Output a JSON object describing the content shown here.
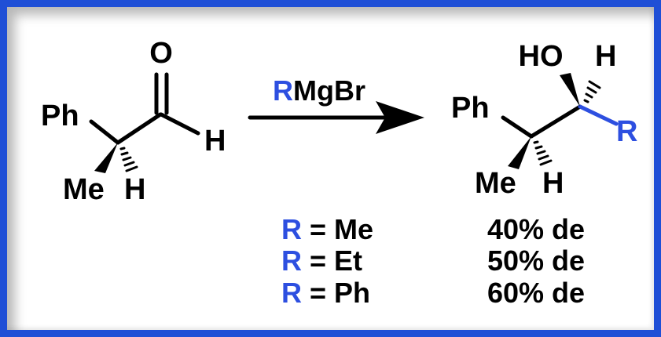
{
  "colors": {
    "frame": "#1f4fd6",
    "r_group": "#2d4fe0",
    "text": "#000000"
  },
  "reactant": {
    "oxygen": "O",
    "phenyl": "Ph",
    "aldehyde_h": "H",
    "methyl": "Me",
    "stereo_h": "H"
  },
  "reagent": {
    "r": "R",
    "rest": "MgBr"
  },
  "product": {
    "hydroxyl": "HO",
    "carbinol_h": "H",
    "phenyl": "Ph",
    "r_group": "R",
    "methyl": "Me",
    "stereo_h": "H"
  },
  "results": [
    {
      "r": "R",
      "substituent": " = Me",
      "selectivity": "40% de"
    },
    {
      "r": "R",
      "substituent": " = Et",
      "selectivity": "50% de"
    },
    {
      "r": "R",
      "substituent": " = Ph",
      "selectivity": "60% de"
    }
  ]
}
